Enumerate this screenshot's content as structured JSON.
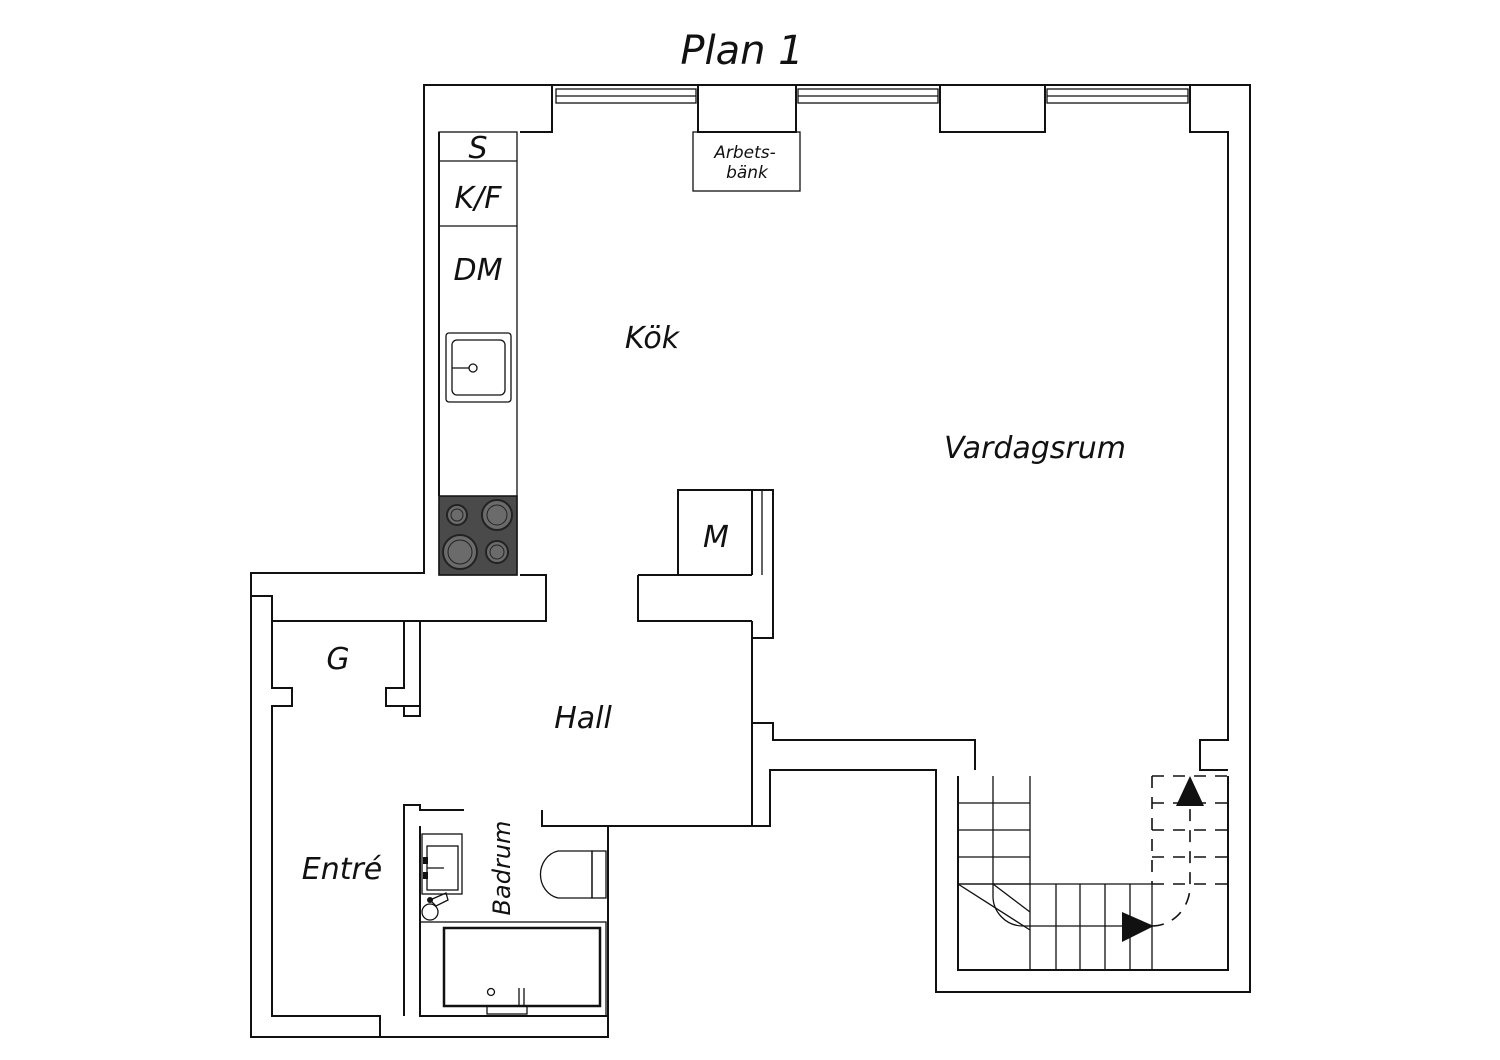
{
  "plan": {
    "title": "Plan 1",
    "rooms": {
      "kok": "Kök",
      "vardagsrum": "Vardagsrum",
      "hall": "Hall",
      "entre": "Entré",
      "badrum": "Badrum",
      "garderob": "G",
      "m": "M"
    },
    "fixtures": {
      "s": "S",
      "kf": "K/F",
      "dm": "DM",
      "arbetsbank_line1": "Arbets-",
      "arbetsbank_line2": "bänk"
    }
  }
}
